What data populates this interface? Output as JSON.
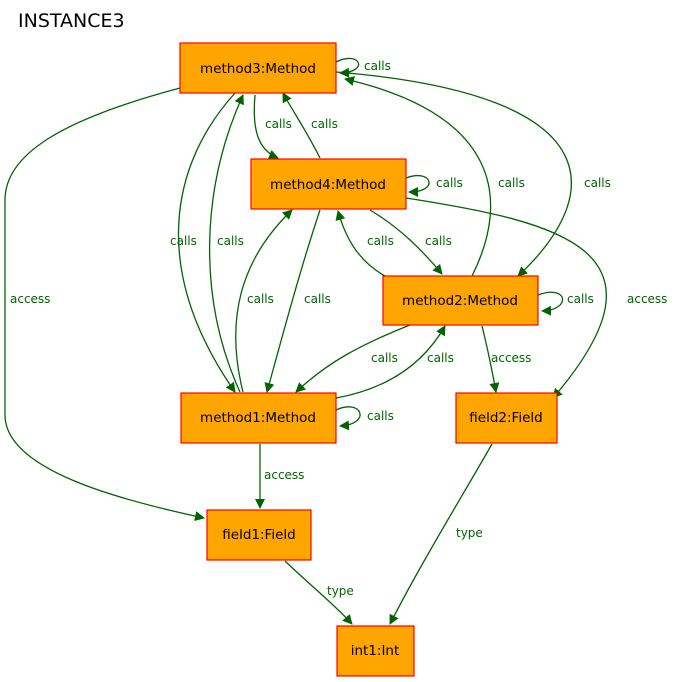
{
  "title": "INSTANCE3",
  "nodes": {
    "method3": "method3:Method",
    "method4": "method4:Method",
    "method2": "method2:Method",
    "method1": "method1:Method",
    "field2": "field2:Field",
    "field1": "field1:Field",
    "int1": "int1:Int"
  },
  "edges": [
    {
      "id": "m3-m3",
      "label": "calls"
    },
    {
      "id": "m3-m4",
      "label": "calls"
    },
    {
      "id": "m4-m3",
      "label": "calls"
    },
    {
      "id": "m3-m1",
      "label": "calls"
    },
    {
      "id": "m1-m3",
      "label": "calls"
    },
    {
      "id": "m3-f1",
      "label": "access"
    },
    {
      "id": "m2-m3",
      "label": "calls"
    },
    {
      "id": "m3-m2",
      "label": "calls"
    },
    {
      "id": "m4-m4",
      "label": "calls"
    },
    {
      "id": "m2-m4",
      "label": "calls"
    },
    {
      "id": "m4-m2",
      "label": "calls"
    },
    {
      "id": "m1-m4",
      "label": "calls"
    },
    {
      "id": "m4-m1",
      "label": "calls"
    },
    {
      "id": "m4-f2",
      "label": "access"
    },
    {
      "id": "m2-m2",
      "label": "calls"
    },
    {
      "id": "m2-m1",
      "label": "calls"
    },
    {
      "id": "m1-m2",
      "label": "calls"
    },
    {
      "id": "m2-f2",
      "label": "access"
    },
    {
      "id": "m1-m1",
      "label": "calls"
    },
    {
      "id": "m1-f1",
      "label": "access"
    },
    {
      "id": "f1-i1",
      "label": "type"
    },
    {
      "id": "f2-i1",
      "label": "type"
    }
  ],
  "colors": {
    "node_fill": "#ffa500",
    "node_border": "#ff0000",
    "edge": "#006400"
  }
}
